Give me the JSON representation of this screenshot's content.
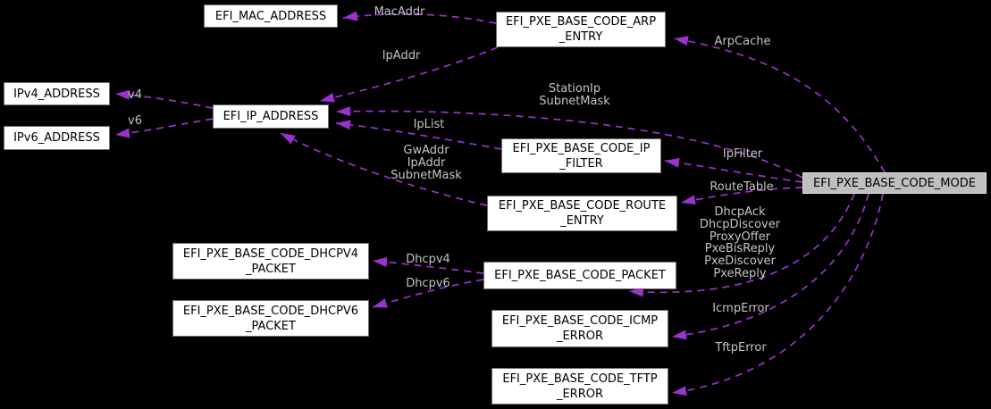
{
  "colors": {
    "background": "#000000",
    "edge": "#9a32cd",
    "edge_label_text": "#c5c5c5",
    "node_fill": "#ffffff",
    "node_border": "#6f6f6f",
    "node_text": "#000000",
    "highlighted_node_fill": "#bfbfbf"
  },
  "nodes": [
    {
      "id": "mac",
      "label": "EFI_MAC_ADDRESS",
      "highlighted": false
    },
    {
      "id": "arp",
      "label": "EFI_PXE_BASE_CODE_ARP\n_ENTRY",
      "highlighted": false
    },
    {
      "id": "ipv4",
      "label": "IPv4_ADDRESS",
      "highlighted": false
    },
    {
      "id": "ipv6",
      "label": "IPv6_ADDRESS",
      "highlighted": false
    },
    {
      "id": "ip",
      "label": "EFI_IP_ADDRESS",
      "highlighted": false
    },
    {
      "id": "ipfilter",
      "label": "EFI_PXE_BASE_CODE_IP\n_FILTER",
      "highlighted": false
    },
    {
      "id": "mode",
      "label": "EFI_PXE_BASE_CODE_MODE",
      "highlighted": true
    },
    {
      "id": "route",
      "label": "EFI_PXE_BASE_CODE_ROUTE\n_ENTRY",
      "highlighted": false
    },
    {
      "id": "dhcpv4",
      "label": "EFI_PXE_BASE_CODE_DHCPV4\n_PACKET",
      "highlighted": false
    },
    {
      "id": "packet",
      "label": "EFI_PXE_BASE_CODE_PACKET",
      "highlighted": false
    },
    {
      "id": "dhcpv6",
      "label": "EFI_PXE_BASE_CODE_DHCPV6\n_PACKET",
      "highlighted": false
    },
    {
      "id": "icmp",
      "label": "EFI_PXE_BASE_CODE_ICMP\n_ERROR",
      "highlighted": false
    },
    {
      "id": "tftp",
      "label": "EFI_PXE_BASE_CODE_TFTP\n_ERROR",
      "highlighted": false
    }
  ],
  "edges": [
    {
      "from": "arp",
      "to": "mac",
      "label": "MacAddr"
    },
    {
      "from": "arp",
      "to": "ip",
      "label": "IpAddr"
    },
    {
      "from": "mode",
      "to": "arp",
      "label": "ArpCache"
    },
    {
      "from": "ip",
      "to": "ipv4",
      "label": "v4"
    },
    {
      "from": "ip",
      "to": "ipv6",
      "label": "v6"
    },
    {
      "from": "mode",
      "to": "ip",
      "label": "StationIp\nSubnetMask"
    },
    {
      "from": "ipfilter",
      "to": "ip",
      "label": "IpList"
    },
    {
      "from": "mode",
      "to": "ipfilter",
      "label": "IpFilter"
    },
    {
      "from": "route",
      "to": "ip",
      "label": "GwAddr\nIpAddr\nSubnetMask"
    },
    {
      "from": "mode",
      "to": "route",
      "label": "RouteTable"
    },
    {
      "from": "packet",
      "to": "dhcpv4",
      "label": "Dhcpv4"
    },
    {
      "from": "packet",
      "to": "dhcpv6",
      "label": "Dhcpv6"
    },
    {
      "from": "mode",
      "to": "packet",
      "label": "DhcpAck\nDhcpDiscover\nProxyOffer\nPxeBisReply\nPxeDiscover\nPxeReply"
    },
    {
      "from": "mode",
      "to": "icmp",
      "label": "IcmpError"
    },
    {
      "from": "mode",
      "to": "tftp",
      "label": "TftpError"
    }
  ]
}
